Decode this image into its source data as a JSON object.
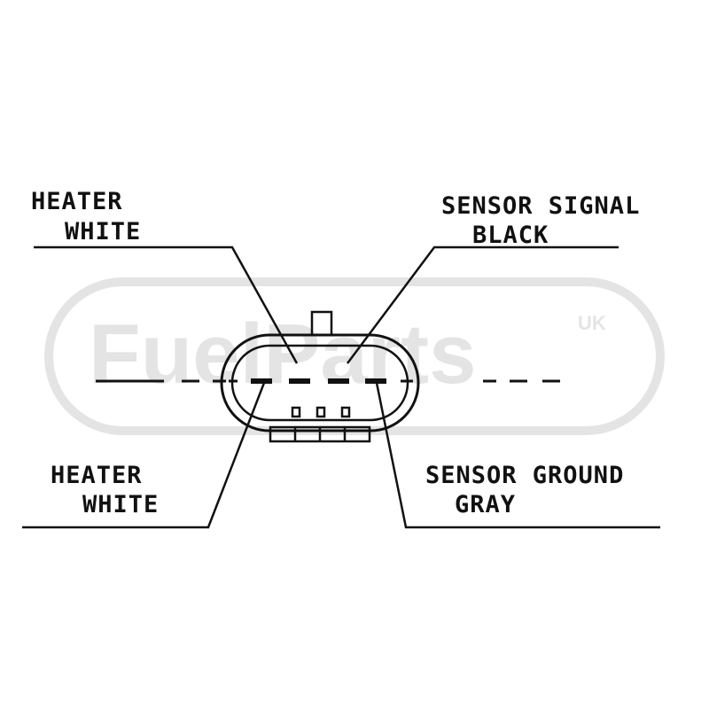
{
  "watermark": {
    "brand": "FuelParts",
    "region": "UK"
  },
  "labels": {
    "top_left": {
      "line1": "HEATER",
      "line2": "WHITE"
    },
    "top_right": {
      "line1": "SENSOR SIGNAL",
      "line2": "BLACK"
    },
    "bottom_left": {
      "line1": "HEATER",
      "line2": "WHITE"
    },
    "bottom_right": {
      "line1": "SENSOR GROUND",
      "line2": "GRAY"
    }
  },
  "colors": {
    "ink": "#111111",
    "watermark": "#e4e4e4"
  }
}
